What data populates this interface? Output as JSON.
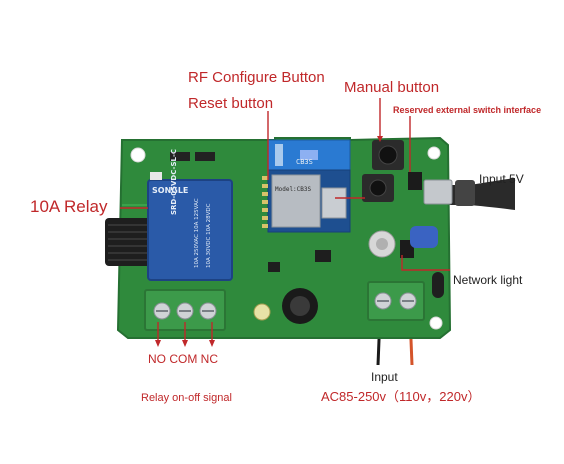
{
  "labels": {
    "rf_configure_button": "RF Configure Button",
    "reset_button": "Reset button",
    "manual_button": "Manual button",
    "reserved_interface": "Reserved external switch interface",
    "relay_10a": "10A Relay",
    "input_5v": "Input 5V",
    "network_light": "Network light",
    "relay_terminals": "NO COM NC",
    "input": "Input",
    "ac_input": "AC85-250v（110v，220v）",
    "relay_signal": "Relay on-off signal"
  },
  "components": {
    "wifi_module_brand": "CB3S",
    "wifi_module_model": "Model:CB3S",
    "relay_brand": "SONGLE",
    "relay_model": "SRD-05VDC-SL-C",
    "relay_rating_1": "10A 250VAC 10A 125VAC",
    "relay_rating_2": "10A 30VDC 10A 28VDC"
  },
  "colors": {
    "label_red": "#c0282a",
    "board_green": "#2f8a3c",
    "relay_blue": "#2a5aa8",
    "terminal_green": "#3c9a4a"
  }
}
